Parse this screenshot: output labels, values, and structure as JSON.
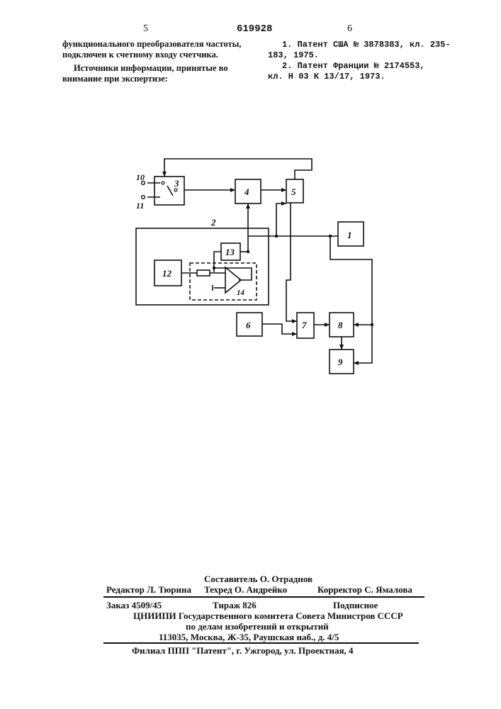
{
  "header": {
    "page_left": "5",
    "patent_number": "619928",
    "page_right": "6"
  },
  "left_column": {
    "lines": [
      "функционального преобразователя частоты,",
      "подключен к счетному входу счетчика.",
      "Источники информации, принятые во",
      "внимание при экспертизе:"
    ]
  },
  "right_column": {
    "lines": [
      "1. Патент США № 3878383, кл. 235-",
      "183, 1975.",
      "2. Патент Франции № 2174553,",
      "кл. Н 03 К 13/17, 1973."
    ]
  },
  "diagram": {
    "blocks": [
      "1",
      "2",
      "3",
      "4",
      "5",
      "6",
      "7",
      "8",
      "9",
      "12",
      "13",
      "14"
    ],
    "terminals": [
      "10",
      "11"
    ]
  },
  "imprint": {
    "compiler": "Составитель О. Отраднов",
    "editor": "Редактор Л. Тюрина",
    "techred": "Техред О. Андрейко",
    "corrector": "Корректор С. Ямалова",
    "order": "Заказ 4509/45",
    "circulation": "Тираж 826",
    "subscription": "Подписное",
    "org_line1": "ЦНИИПИ Государственного комитета   Совета Министров СССР",
    "org_line2": "по делам изобретений и открытий",
    "org_line3": "113035, Москва, Ж-35, Раушская наб., д. 4/5",
    "branch": "Филиал ППП \"Патент\", г. Ужгород, ул. Проектная, 4"
  }
}
